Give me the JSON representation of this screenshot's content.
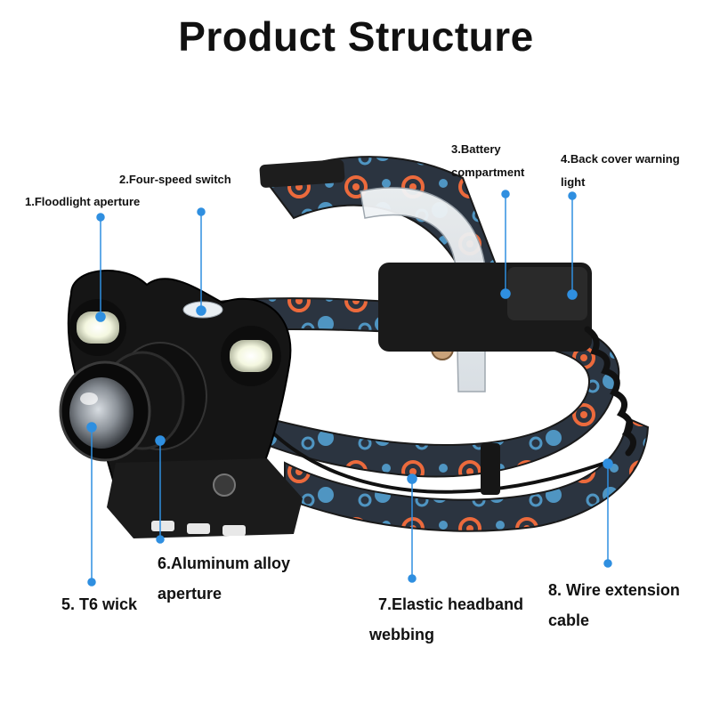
{
  "title": "Product Structure",
  "labels": {
    "floodlight": "1.Floodlight aperture",
    "switch": "2.Four-speed switch",
    "battery_line1": "3.Battery",
    "battery_line2": "compartment",
    "warning_line1": "4.Back cover warning",
    "warning_line2": "light",
    "wick": "5.  T6 wick",
    "alu_line1": "6.Aluminum alloy",
    "alu_line2": "aperture",
    "webbing_line1": "7.Elastic headband",
    "webbing_line2": "webbing",
    "cable_line1": "8. Wire extension",
    "cable_line2": "cable"
  },
  "colors": {
    "pointer": "#2f8fe0",
    "strap_blue": "#4f95c2",
    "strap_orange": "#ec6a3c",
    "housing": "#151515"
  }
}
